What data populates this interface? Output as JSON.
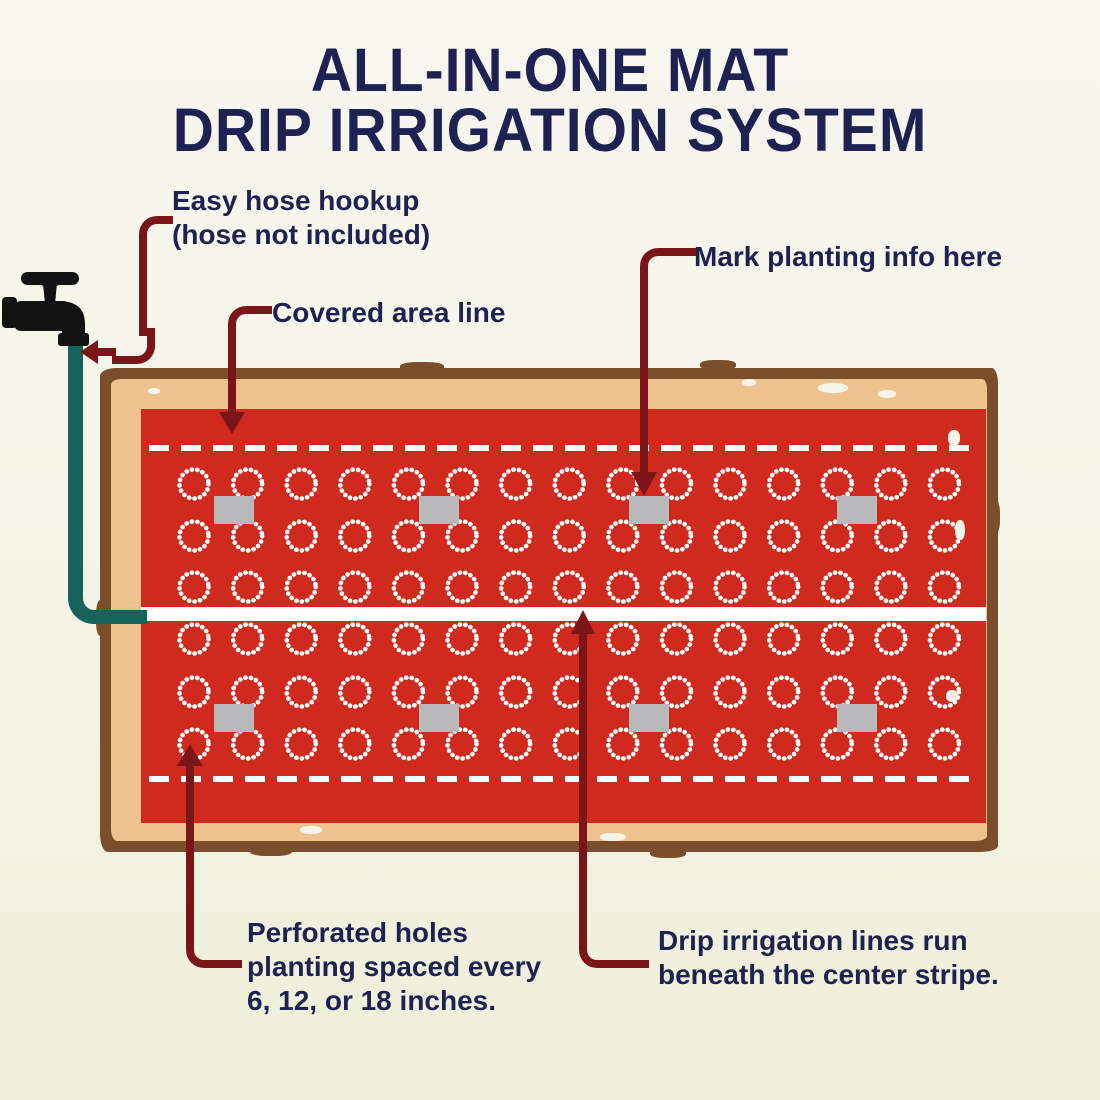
{
  "title": {
    "line1": "ALL-IN-ONE MAT",
    "line2": "DRIP IRRIGATION SYSTEM"
  },
  "annotations": {
    "hookup": {
      "lines": [
        "Easy hose hookup",
        "(hose not included)"
      ]
    },
    "covered": {
      "lines": [
        "Covered area line"
      ]
    },
    "mark": {
      "lines": [
        "Mark planting info here"
      ]
    },
    "perforated": {
      "lines": [
        "Perforated holes",
        "planting spaced every",
        "6, 12, or 18 inches."
      ]
    },
    "drip": {
      "lines": [
        "Drip irrigation lines run",
        "beneath the center stripe."
      ]
    }
  },
  "icons": {
    "faucet": "faucet-icon",
    "arrows": "maroon-elbow-arrows"
  },
  "mat": {
    "rows": 6,
    "cols": 15,
    "markers_per_band": 4,
    "marker_bands": [
      "between rows 1-2",
      "between rows 5-6"
    ],
    "covered_area_lines": 2,
    "has_center_stripe": true
  },
  "colors": {
    "title_navy": "#1e2152",
    "label_navy": "#1e2152",
    "arrow_maroon": "#7c1517",
    "mat_red": "#d02a1f",
    "border_tan": "#edc28f",
    "edge_brown": "#7a4e2b",
    "stripe_white": "#fdfdfb",
    "hole_white": "#ffffff",
    "marker_gray": "#b9b9bb",
    "hose_teal": "#15635a",
    "faucet_black": "#121212"
  }
}
